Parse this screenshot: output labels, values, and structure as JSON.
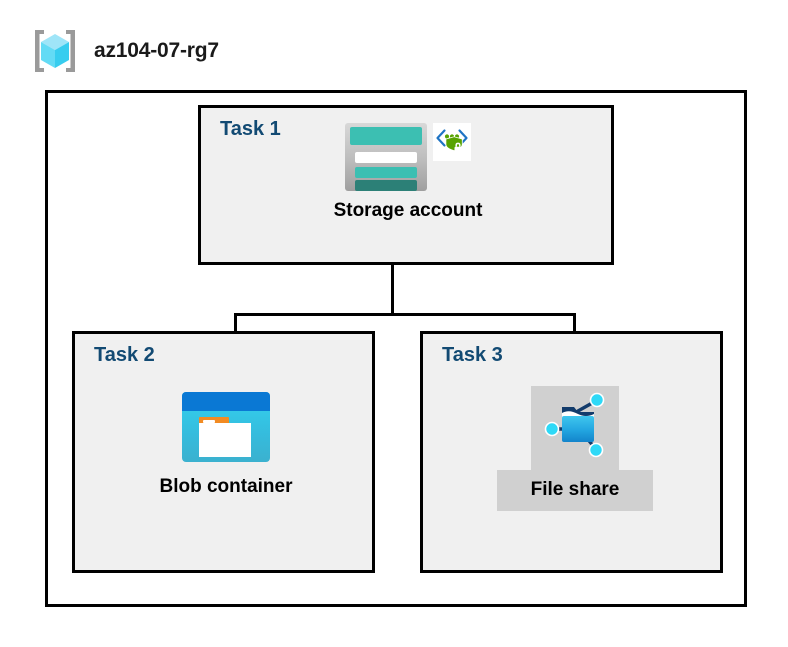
{
  "resource_group": {
    "icon": "azure-resource-group-cube-icon",
    "name": "az104-07-rg7"
  },
  "diagram": {
    "type": "azure-architecture-diagram",
    "colors": {
      "task_label": "#124A73",
      "box_background": "#f0f0f0",
      "container_background": "#ffffff",
      "border": "#000000",
      "highlight": "#d0d0d0",
      "storage_teal": "#3CBFB2",
      "storage_teal_dark": "#2C8077",
      "blob_blue": "#0A78D4",
      "blob_cyan": "#32D2F0",
      "blob_orange": "#F28B23",
      "fileshare_blue": "#1B93D8",
      "shield_green": "#57A300"
    },
    "tasks": [
      {
        "label": "Task 1",
        "node": {
          "caption": "Storage account",
          "icon": "storage-account-icon",
          "badge_icon": "secure-transfer-shield-icon",
          "highlighted": false
        }
      },
      {
        "label": "Task 2",
        "node": {
          "caption": "Blob container",
          "icon": "blob-container-icon",
          "highlighted": false
        }
      },
      {
        "label": "Task 3",
        "node": {
          "caption": "File share",
          "icon": "file-share-icon",
          "highlighted": true
        }
      }
    ],
    "connections": [
      {
        "from": "Storage account",
        "to": "Blob container"
      },
      {
        "from": "Storage account",
        "to": "File share"
      }
    ]
  }
}
